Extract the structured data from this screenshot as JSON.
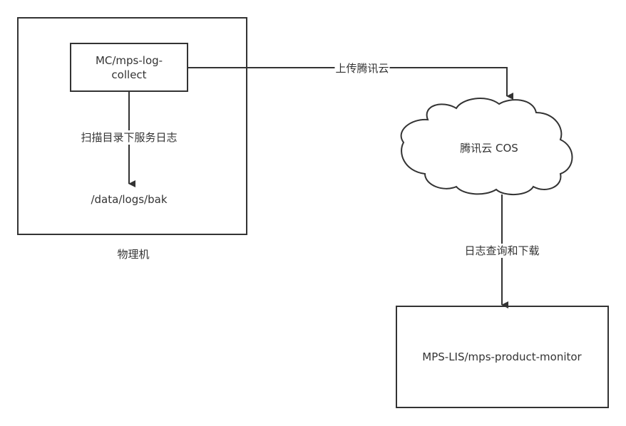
{
  "diagram": {
    "nodes": {
      "physical_machine": {
        "label": "物理机"
      },
      "collector": {
        "label_line1": "MC/mps-log-",
        "label_line2": "collect"
      },
      "log_dir": {
        "label": "/data/logs/bak"
      },
      "tencent_cos": {
        "label": "腾讯云 COS"
      },
      "monitor": {
        "label": "MPS-LIS/mps-product-monitor"
      }
    },
    "edges": {
      "scan": {
        "label": "扫描目录下服务日志"
      },
      "upload": {
        "label": "上传腾讯云"
      },
      "query": {
        "label": "日志查询和下载"
      }
    },
    "colors": {
      "stroke": "#333333",
      "text": "#333333",
      "background": "#ffffff"
    }
  }
}
